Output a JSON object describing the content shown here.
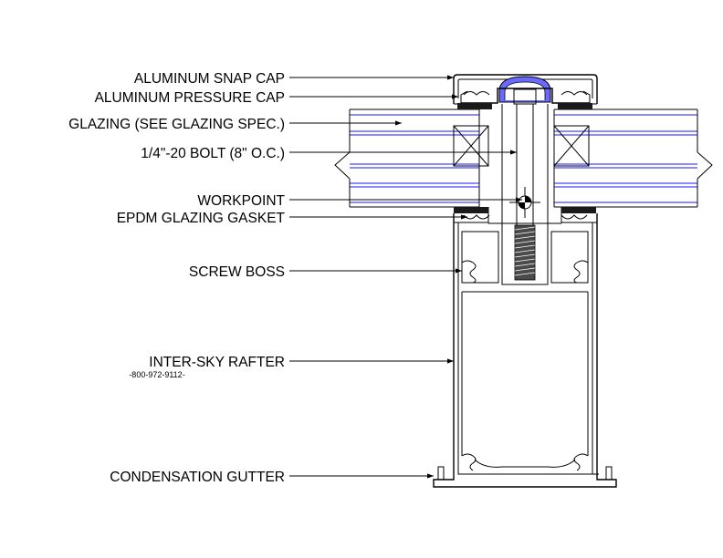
{
  "labels": {
    "snap_cap": "ALUMINUM SNAP CAP",
    "pressure_cap": "ALUMINUM PRESSURE CAP",
    "glazing": "GLAZING (SEE GLAZING SPEC.)",
    "bolt": "1/4\"-20 BOLT (8\" O.C.)",
    "workpoint": "WORKPOINT",
    "gasket": "EPDM GLAZING GASKET",
    "screw_boss": "SCREW BOSS",
    "rafter": "INTER-SKY RAFTER",
    "phone": "-800-972-9112-",
    "gutter": "CONDENSATION GUTTER"
  },
  "colors": {
    "line": "#000000",
    "glazing": "#1a1aff",
    "cap_fill": "#6a6aff",
    "gasket": "#1a1a1a"
  }
}
